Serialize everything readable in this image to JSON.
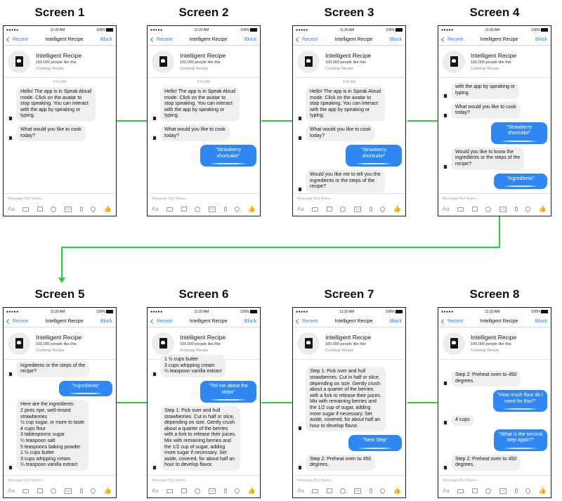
{
  "common": {
    "status": {
      "signal": "●●●●● ",
      "time": "11:20 AM",
      "battery": "100%"
    },
    "nav": {
      "back_label": "Recent",
      "title": "Intelligent Recipe",
      "block_label": "Block"
    },
    "profile": {
      "name": "Intelligent Recipe",
      "likes": "100,000 people like this",
      "category": "Cooking/ Recipe"
    },
    "composer": {
      "placeholder": "Message Bot Name...",
      "icons": [
        "aa-icon",
        "camera-icon",
        "image-icon",
        "smile-icon",
        "gif-icon",
        "mic-icon",
        "location-icon",
        "like-icon"
      ]
    },
    "accent_color": "#2f7df6",
    "arrow_color": "#2ecc40"
  },
  "screens": [
    {
      "title": "Screen 1",
      "time_label": "9:41 AM",
      "messages": [
        {
          "from": "bot",
          "text": "Hello! The app is in Speak Aloud\nmode. Click on the avatar to\nstop speaking. You can interact\nwith the app by speaking or\ntyping."
        },
        {
          "from": "bot",
          "text": "What would you like to cook\ntoday?"
        }
      ]
    },
    {
      "title": "Screen 2",
      "time_label": "9:41 AM",
      "messages": [
        {
          "from": "bot",
          "text": "Hello! The app is in Speak Aloud\nmode. Click on the avatar to\nstop speaking. You can interact\nwith the app by speaking or\ntyping."
        },
        {
          "from": "bot",
          "text": "What would you like to cook\ntoday?"
        },
        {
          "from": "user",
          "text": "\"Strawberry shortcake\""
        }
      ]
    },
    {
      "title": "Screen 3",
      "time_label": "9:41 AM",
      "messages": [
        {
          "from": "bot",
          "text": "Hello! The app is in Speak Aloud\nmode. Click on the avatar to\nstop speaking. You can interact\nwith the app by speaking or\ntyping."
        },
        {
          "from": "bot",
          "text": "What would you like to cook\ntoday?"
        },
        {
          "from": "user",
          "text": "\"Strawberry shortcake\""
        },
        {
          "from": "bot",
          "text": "Would you like me to tell you the\ningredients or the steps of the\nrecipe?"
        }
      ]
    },
    {
      "title": "Screen 4",
      "messages": [
        {
          "from": "bot",
          "text": "with the app by speaking or\ntyping."
        },
        {
          "from": "bot",
          "text": "What would you like to cook\ntoday?"
        },
        {
          "from": "user",
          "text": "\"Strawberry shortcake\""
        },
        {
          "from": "bot",
          "text": "Would you like to know the\ningredients or the steps of the\nrecipe?"
        },
        {
          "from": "user",
          "text": "\"Ingredients\""
        }
      ]
    },
    {
      "title": "Screen 5",
      "messages": [
        {
          "from": "bot",
          "text": "ingredients or the steps of the\nrecipe?"
        },
        {
          "from": "user",
          "text": "\"Ingredients\""
        },
        {
          "from": "bot",
          "text": "Here are the ingredients:\n2 pints ripe, well-rinsed\nstrawberries\n½ cup sugar, or more to taste\n4 cups flour\n3 tablespoons sugar\n¼ teaspoon salt\n5 teaspoons baking powder\n1 ½ cups butter\n3 cups whipping cream\n¼ teaspoon vanilla extract"
        }
      ]
    },
    {
      "title": "Screen 6",
      "messages": [
        {
          "from": "bot",
          "text": "1 ½ cups butter\n3 cups whipping cream\n¼ teaspoon vanilla extract"
        },
        {
          "from": "user",
          "text": "\"Tell me about the steps\""
        },
        {
          "from": "bot",
          "text": "Step 1: Pick over and hull\nstrawberries. Cut in half or slice,\ndepending on size. Gently crush\nabout a quarter of the berries\nwith a fork to release their juices.\nMix with remaining berries and\nthe 1/2 cup of sugar, adding\nmore sugar if necessary. Set\naside, covered, for about half an\nhour to develop flavor."
        }
      ]
    },
    {
      "title": "Screen 7",
      "messages": [
        {
          "from": "bot",
          "text": "Step 1: Pick over and hull\nstrawberries. Cut in half or slice,\ndepending on size. Gently crush\nabout a quarter of the berries\nwith a fork to release their juices.\nMix with remaining berries and\nthe 1/2 cup of sugar, adding\nmore sugar if necessary. Set\naside, covered, for about half an\nhour to develop flavor."
        },
        {
          "from": "user",
          "text": "\"Next Step\""
        },
        {
          "from": "bot",
          "text": "Step 2: Preheat oven to 450\ndegrees."
        }
      ]
    },
    {
      "title": "Screen 8",
      "messages": [
        {
          "from": "bot",
          "text": "Step 2: Preheat oven to 450\ndegrees."
        },
        {
          "from": "user",
          "text": "\"How much flour do I\nneed for this?\""
        },
        {
          "from": "bot",
          "text": "4 cups"
        },
        {
          "from": "user",
          "text": "\"What is the second\nstep again?\""
        },
        {
          "from": "bot",
          "text": "Step 2: Preheat oven to 450\ndegrees."
        }
      ]
    }
  ]
}
